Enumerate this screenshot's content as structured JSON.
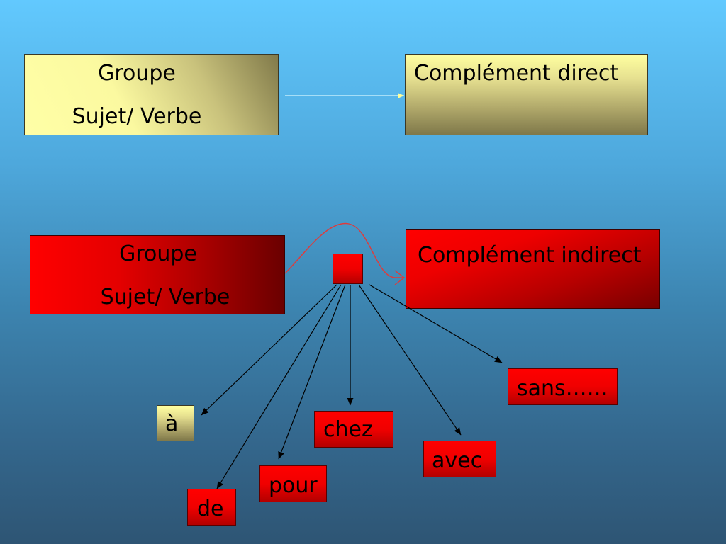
{
  "slide": {
    "top_row": {
      "subject_verb_box": {
        "line1": "Groupe",
        "line2": "Sujet/ Verbe"
      },
      "complement_box": {
        "label": "Complément direct"
      }
    },
    "bottom_row": {
      "subject_verb_box": {
        "line1": "Groupe",
        "line2": "Sujet/ Verbe"
      },
      "complement_box": {
        "label": "Complément indirect"
      }
    },
    "prepositions": {
      "a": "à",
      "de": "de",
      "pour": "pour",
      "chez": "chez",
      "avec": "avec",
      "sans": "sans……"
    }
  },
  "colors": {
    "background_top": "#62c9fe",
    "background_bottom": "#2e5574",
    "yellow_box": "#ffffa0",
    "red_box": "#ff0000",
    "direct_arrow": "#d6f6ff",
    "indirect_curve": "#e03a3a",
    "preposition_arrows": "#000000"
  }
}
